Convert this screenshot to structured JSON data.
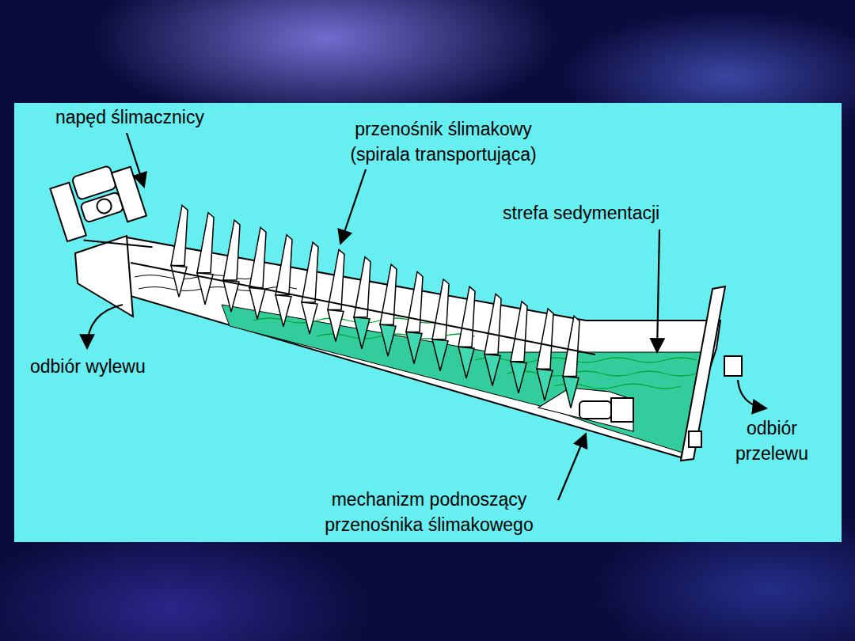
{
  "diagram": {
    "labels": [
      "napęd ślimacznicy",
      "przenośnik ślimakowy (spirala transportująca)",
      "strefa sedymentacji",
      "odbiór wylewu",
      "odbiór przelewu",
      "mechanizm podnoszący przenośnika ślimakowego"
    ]
  }
}
